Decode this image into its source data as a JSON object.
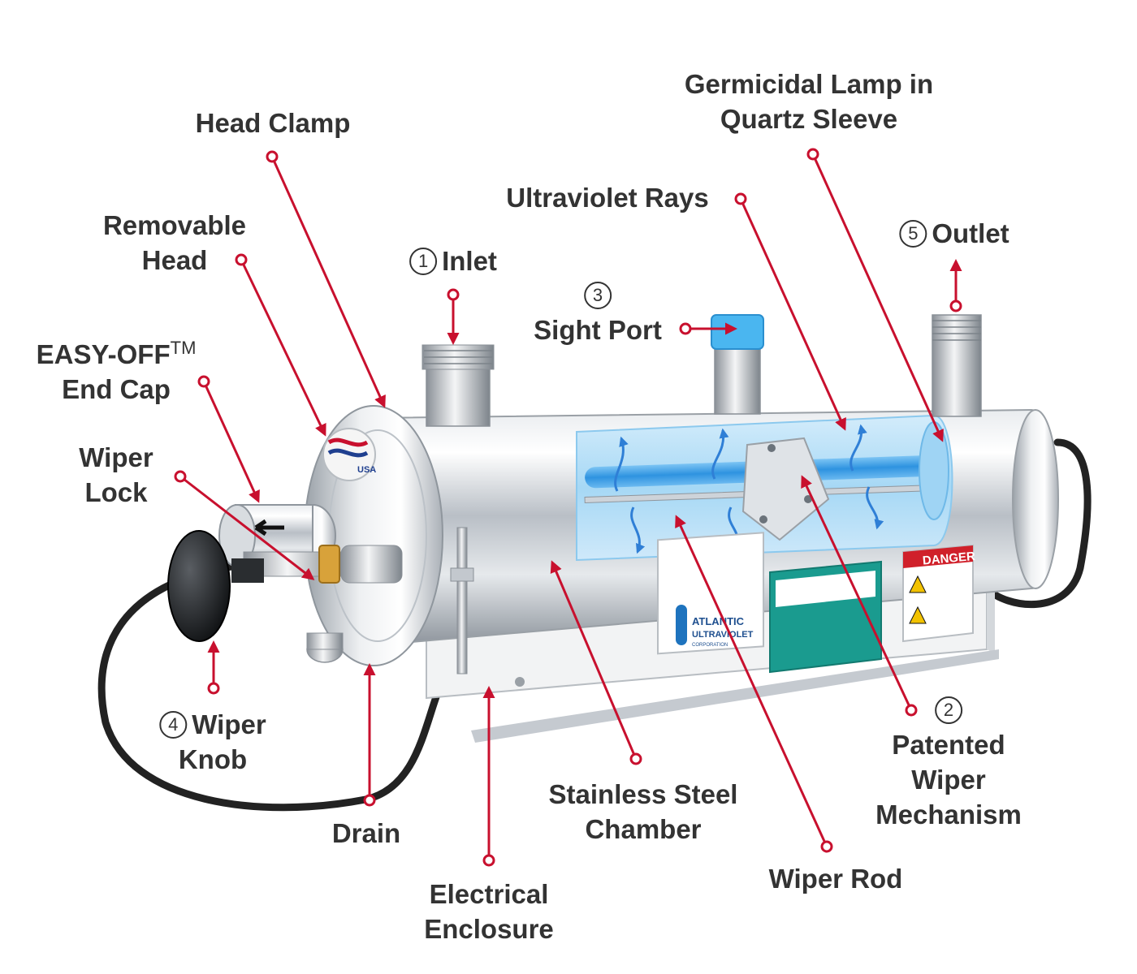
{
  "colors": {
    "callout_line": "#c8102e",
    "label_text": "#333333",
    "uv_blue": "#3aa0e8",
    "steel": "#c9ced3",
    "danger_red": "#d0202a",
    "info_teal": "#1a9b8f",
    "made_in_usa": "USA"
  },
  "labels": {
    "head_clamp": "Head Clamp",
    "removable_head_1": "Removable",
    "removable_head_2": "Head",
    "easy_off_1": "EASY-OFF",
    "easy_off_tm": "TM",
    "easy_off_2": "End Cap",
    "wiper_lock_1": "Wiper",
    "wiper_lock_2": "Lock",
    "inlet_num": "1",
    "inlet": "Inlet",
    "sight_port_num": "3",
    "sight_port": "Sight Port",
    "uv_rays": "Ultraviolet Rays",
    "germicidal_1": "Germicidal Lamp in",
    "germicidal_2": "Quartz Sleeve",
    "outlet_num": "5",
    "outlet": "Outlet",
    "wiper_knob_num": "4",
    "wiper_knob_1": "Wiper",
    "wiper_knob_2": "Knob",
    "drain": "Drain",
    "electrical_1": "Electrical",
    "electrical_2": "Enclosure",
    "stainless_1": "Stainless Steel",
    "stainless_2": "Chamber",
    "wiper_rod": "Wiper Rod",
    "patented_num": "2",
    "patented_1": "Patented",
    "patented_2": "Wiper",
    "patented_3": "Mechanism"
  },
  "decals": {
    "danger_title": "DANGER",
    "brand_1": "ATLANTIC",
    "brand_2": "ULTRAVIOLET",
    "brand_3": "CORPORATION"
  }
}
